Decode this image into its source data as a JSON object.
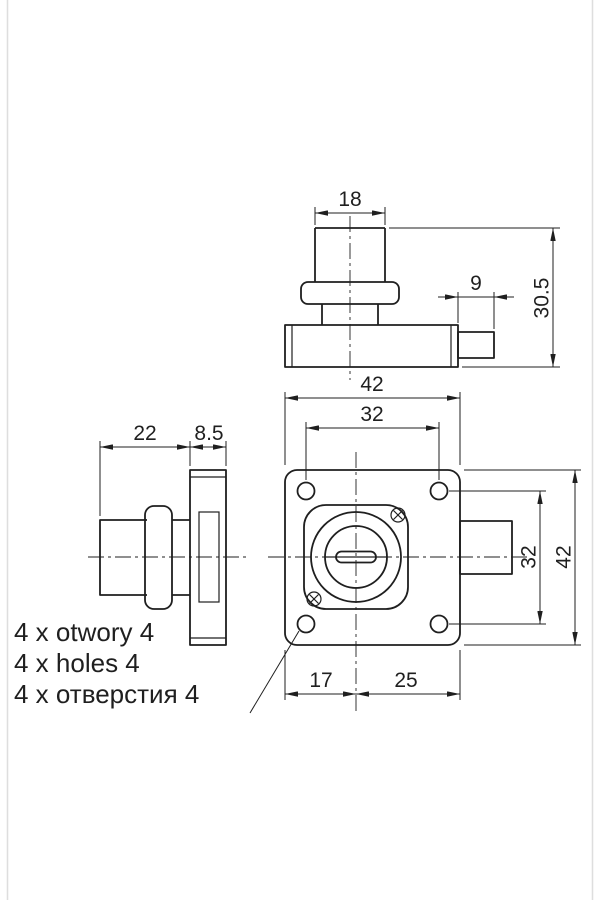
{
  "drawing": {
    "annotation": {
      "holes_pl": "4 x otwory 4",
      "holes_en": "4 x holes 4",
      "holes_ru": "4 x отверстия 4"
    },
    "top_view": {
      "dim_cylinder_width": "18",
      "dim_latch_depth": "9",
      "dim_total_height": "30.5"
    },
    "side_view": {
      "dim_body_depth": "22",
      "dim_plate_thickness": "8.5"
    },
    "front_view": {
      "dim_plate_width": "42",
      "dim_hole_spacing_horizontal": "32",
      "dim_hole_spacing_vertical": "32",
      "dim_plate_height": "42",
      "dim_cylinder_offset_left": "17",
      "dim_cylinder_offset_right": "25"
    },
    "colors": {
      "line": "#1f1f1f",
      "background": "#ffffff",
      "frame": "#dedede"
    }
  }
}
